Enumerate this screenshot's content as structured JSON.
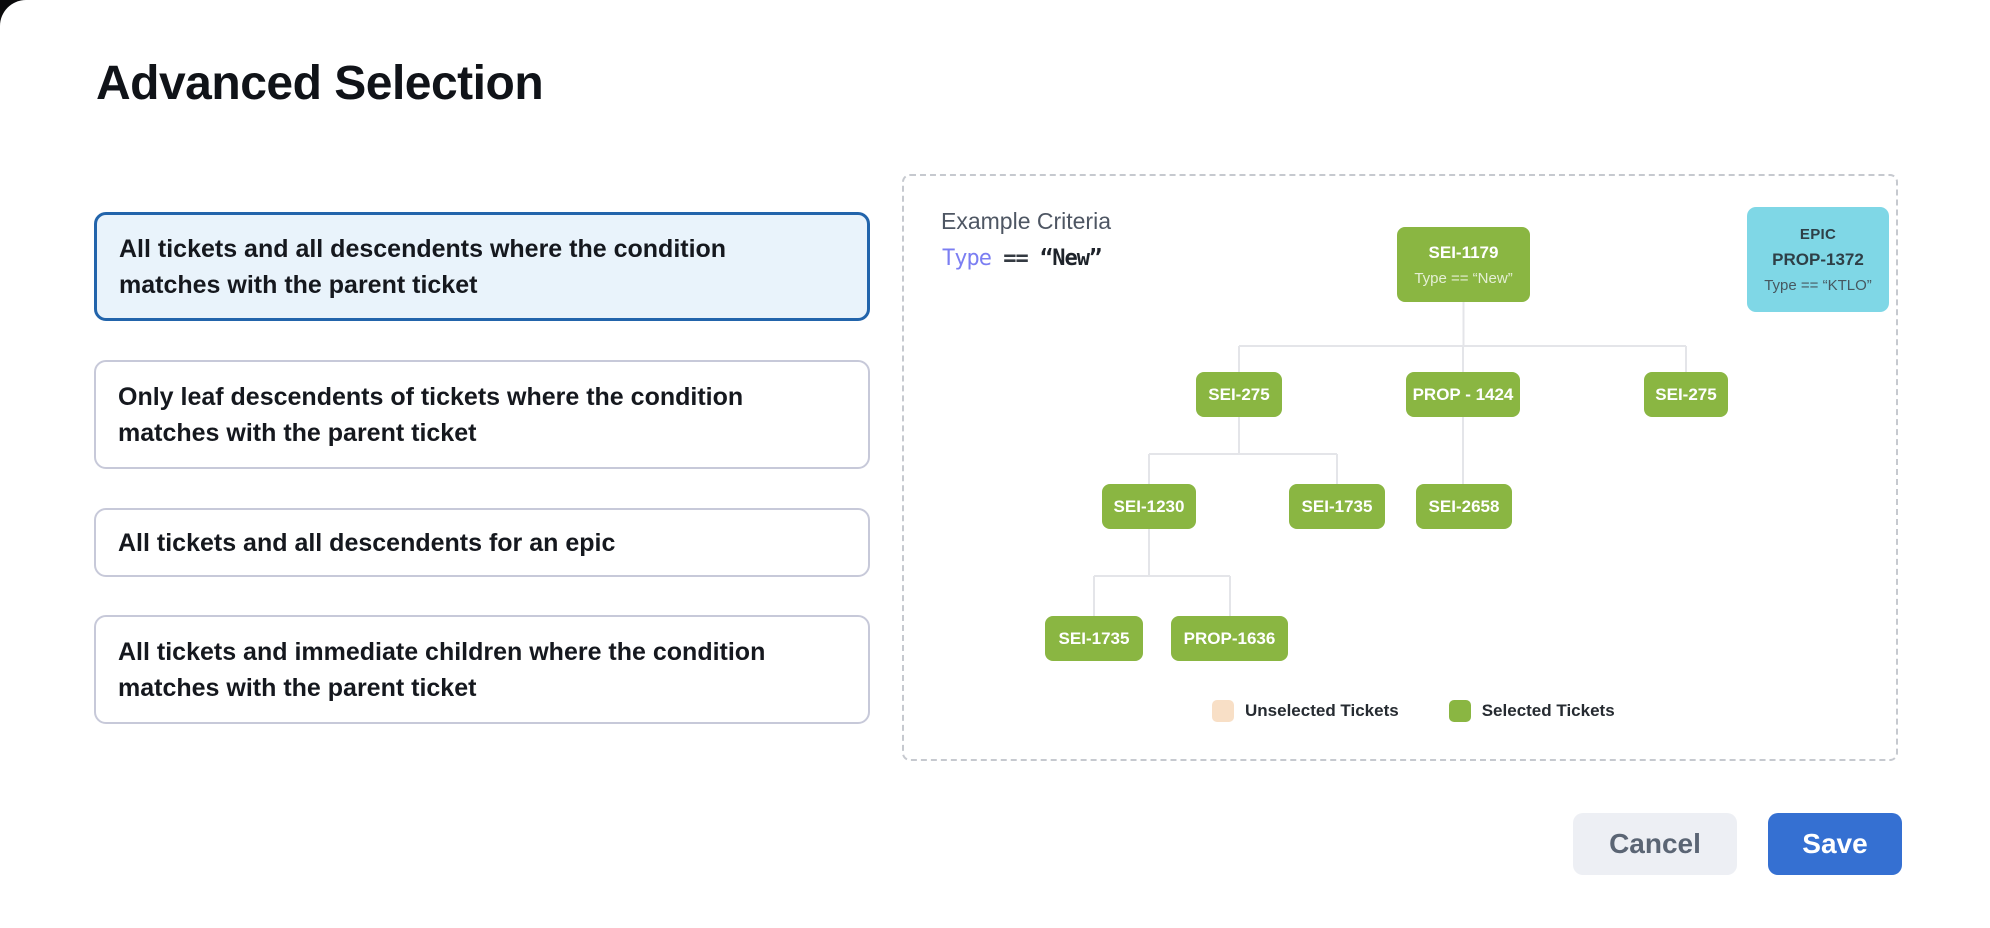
{
  "window": {
    "title": "Advanced Selection"
  },
  "options": [
    {
      "label": "All tickets and all descendents where the condition matches with the parent ticket",
      "selected": true
    },
    {
      "label": "Only leaf descendents of tickets where the condition matches with the parent ticket",
      "selected": false
    },
    {
      "label": "All tickets and all descendents for an epic",
      "selected": false
    },
    {
      "label": "All tickets and immediate children where the condition matches with the parent ticket",
      "selected": false
    }
  ],
  "preview": {
    "criteria_heading": "Example Criteria",
    "criteria": {
      "field": "Type",
      "operator": "==",
      "value": "“New”"
    },
    "epic_card": {
      "badge": "EPIC",
      "ticket_id": "PROP-1372",
      "condition": "Type == “KTLO”"
    },
    "tree_nodes": [
      {
        "id": "SEI-1179",
        "condition": "Type == “New”"
      },
      {
        "id": "SEI-275"
      },
      {
        "id": "PROP - 1424"
      },
      {
        "id": "SEI-275"
      },
      {
        "id": "SEI-1230"
      },
      {
        "id": "SEI-1735"
      },
      {
        "id": "SEI-2658"
      },
      {
        "id": "SEI-1735"
      },
      {
        "id": "PROP-1636"
      }
    ],
    "legend": [
      {
        "label": "Unselected Tickets",
        "color": "#f8dfc6"
      },
      {
        "label": "Selected Tickets",
        "color": "#8ab642"
      }
    ]
  },
  "footer": {
    "cancel_label": "Cancel",
    "save_label": "Save"
  },
  "colors": {
    "selected_card_border": "#2264ab",
    "selected_card_bg": "#e9f3fb",
    "node_green": "#8ab642",
    "epic_cyan": "#7fd7e6",
    "unselected_peach": "#f8dfc6",
    "save_blue": "#3570d2",
    "criteria_field_purple": "#7b7ef2"
  }
}
